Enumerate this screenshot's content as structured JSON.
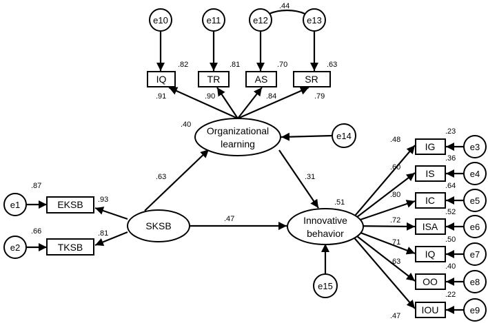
{
  "diagram": {
    "latent": {
      "org_line1": "Organizational",
      "org_line2": "learning",
      "sksb": "SKSB",
      "ib_line1": "Innovative",
      "ib_line2": "behavior"
    },
    "indicators": {
      "iq_top": "IQ",
      "tr": "TR",
      "as": "AS",
      "sr": "SR",
      "eksb": "EKSB",
      "tksb": "TKSB",
      "ig": "IG",
      "is": "IS",
      "ic": "IC",
      "isa": "ISA",
      "iq_right": "IQ",
      "oo": "OO",
      "iou": "IOU"
    },
    "errors": {
      "e1": "e1",
      "e2": "e2",
      "e3": "e3",
      "e4": "e4",
      "e5": "e5",
      "e6": "e6",
      "e7": "e7",
      "e8": "e8",
      "e9": "e9",
      "e10": "e10",
      "e11": "e11",
      "e12": "e12",
      "e13": "e13",
      "e14": "e14",
      "e15": "e15"
    },
    "coefficients": {
      "cov_e12_e13": ".44",
      "r2_iq_top": ".82",
      "r2_tr": ".81",
      "r2_as": ".70",
      "r2_sr": ".63",
      "load_iq_top": ".91",
      "load_tr": ".90",
      "load_as": ".84",
      "load_sr": ".79",
      "r2_org": ".40",
      "path_sksb_org": ".63",
      "path_org_ib": ".31",
      "path_sksb_ib": ".47",
      "r2_ib": ".51",
      "r2_eksb": ".87",
      "load_eksb": ".93",
      "r2_tksb": ".66",
      "load_tksb": ".81",
      "load_ig": ".48",
      "r2_ig": ".23",
      "load_is": ".60",
      "r2_is": ".36",
      "load_ic": ".80",
      "r2_ic": ".64",
      "load_isa": ".72",
      "r2_isa": ".52",
      "load_iq_right": ".71",
      "r2_iq_right": ".50",
      "load_oo": ".63",
      "r2_oo": ".40",
      "load_iou": ".47",
      "r2_iou": ".22"
    }
  }
}
